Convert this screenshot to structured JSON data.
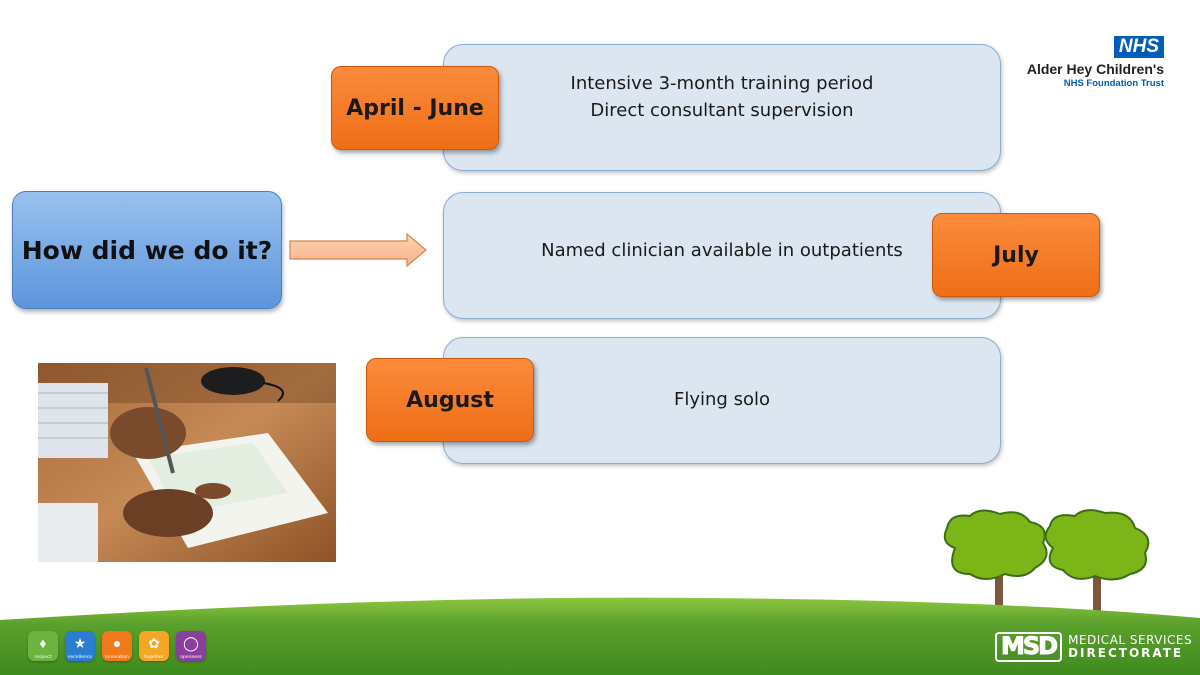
{
  "logo": {
    "nhs": "NHS",
    "trust_name": "Alder Hey Children's",
    "trust_sub": "NHS Foundation Trust"
  },
  "question": "How did we do it?",
  "timeline": [
    {
      "month": "April - June",
      "lines": [
        "Intensive 3-month training period",
        "Direct consultant supervision"
      ]
    },
    {
      "month": "July",
      "lines": [
        "Named clinician available in outpatients"
      ]
    },
    {
      "month": "August",
      "lines": [
        "Flying solo"
      ]
    }
  ],
  "values": [
    {
      "label": "respect",
      "icon": "handshake-icon",
      "color": "#6db33f"
    },
    {
      "label": "excellence",
      "icon": "star-figure-icon",
      "color": "#2a7dd1"
    },
    {
      "label": "innovation",
      "icon": "bulb-icon",
      "color": "#f07a1a"
    },
    {
      "label": "together",
      "icon": "people-icon",
      "color": "#f5a623"
    },
    {
      "label": "openness",
      "icon": "speech-bubble-icon",
      "color": "#8a3f9c"
    }
  ],
  "footer_brand": {
    "mark": "MSD",
    "line1": "MEDICAL SERVICES",
    "line2": "DIRECTORATE"
  },
  "colors": {
    "panel": "#dce6f1",
    "month": "#f47c27",
    "question": "#7aaae6",
    "hill": "#5aa02c",
    "nhs_blue": "#005eb8"
  }
}
